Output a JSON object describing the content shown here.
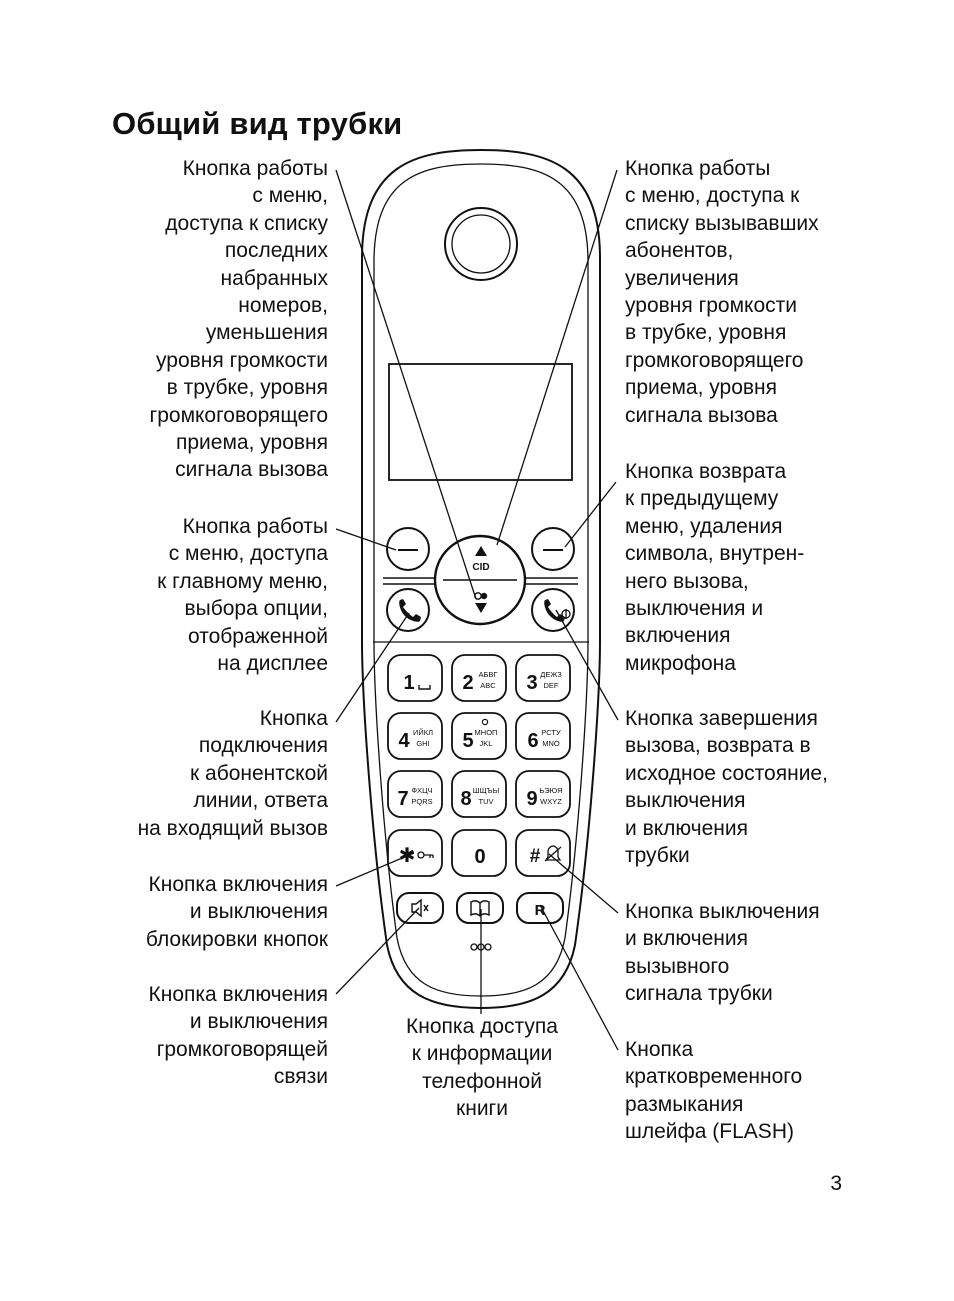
{
  "title": "Общий вид трубки",
  "page_number": "3",
  "callouts": {
    "left_menu_redial": "Кнопка работы\nс меню,\nдоступа к списку\nпоследних\nнабранных\nномеров,\nуменьшения\nуровня громкости\nв трубке, уровня\nгромкоговорящего\nприема, уровня\nсигнала вызова",
    "left_soft_key": "Кнопка работы\nс меню, доступа\nк главному меню,\nвыбора опции,\nотображенной\nна дисплее",
    "talk_key": "Кнопка\nподключения\nк абонентской\nлинии, ответа\nна входящий вызов",
    "keylock_key": "Кнопка включения\nи выключения\nблокировки кнопок",
    "speaker_key": "Кнопка включения\nи выключения\nгромкоговорящей\nсвязи",
    "phonebook_key": "Кнопка доступа\nк информации\nтелефонной\nкниги",
    "right_menu_cid": "Кнопка работы\nс меню, доступа к\nсписку вызывавших\nабонентов,\nувеличения\nуровня громкости\nв трубке, уровня\nгромкоговорящего\nприема, уровня\nсигнала вызова",
    "right_soft_key": "Кнопка возврата\nк предыдущему\nменю, удаления\nсимвола, внутрен-\nнего вызова,\nвыключения и\nвключения\nмикрофона",
    "end_key": "Кнопка завершения\nвызова, возврата в\nисходное состояние,\nвыключения\nи включения\nтрубки",
    "ringer_key": "Кнопка выключения\nи включения\nвызывного\nсигнала трубки",
    "flash_key": "Кнопка\nкратковременного\nразмыкания\nшлейфа (FLASH)"
  },
  "handset": {
    "nav_up_label": "CID",
    "keys": [
      {
        "digit": "1",
        "cyr": "",
        "lat": ""
      },
      {
        "digit": "2",
        "cyr": "АБВГ",
        "lat": "ABC"
      },
      {
        "digit": "3",
        "cyr": "ДЕЖЗ",
        "lat": "DEF"
      },
      {
        "digit": "4",
        "cyr": "ИЙКЛ",
        "lat": "GHI"
      },
      {
        "digit": "5",
        "cyr": "МНОП",
        "lat": "JKL"
      },
      {
        "digit": "6",
        "cyr": "РСТУ",
        "lat": "MNO"
      },
      {
        "digit": "7",
        "cyr": "ФХЦЧ",
        "lat": "PQRS"
      },
      {
        "digit": "8",
        "cyr": "ШЩЪЫ",
        "lat": "TUV"
      },
      {
        "digit": "9",
        "cyr": "ЬЭЮЯ",
        "lat": "WXYZ"
      }
    ],
    "zero_key": "0",
    "star_key": "✱",
    "hash_key": "#",
    "flash_key_label": "R"
  }
}
